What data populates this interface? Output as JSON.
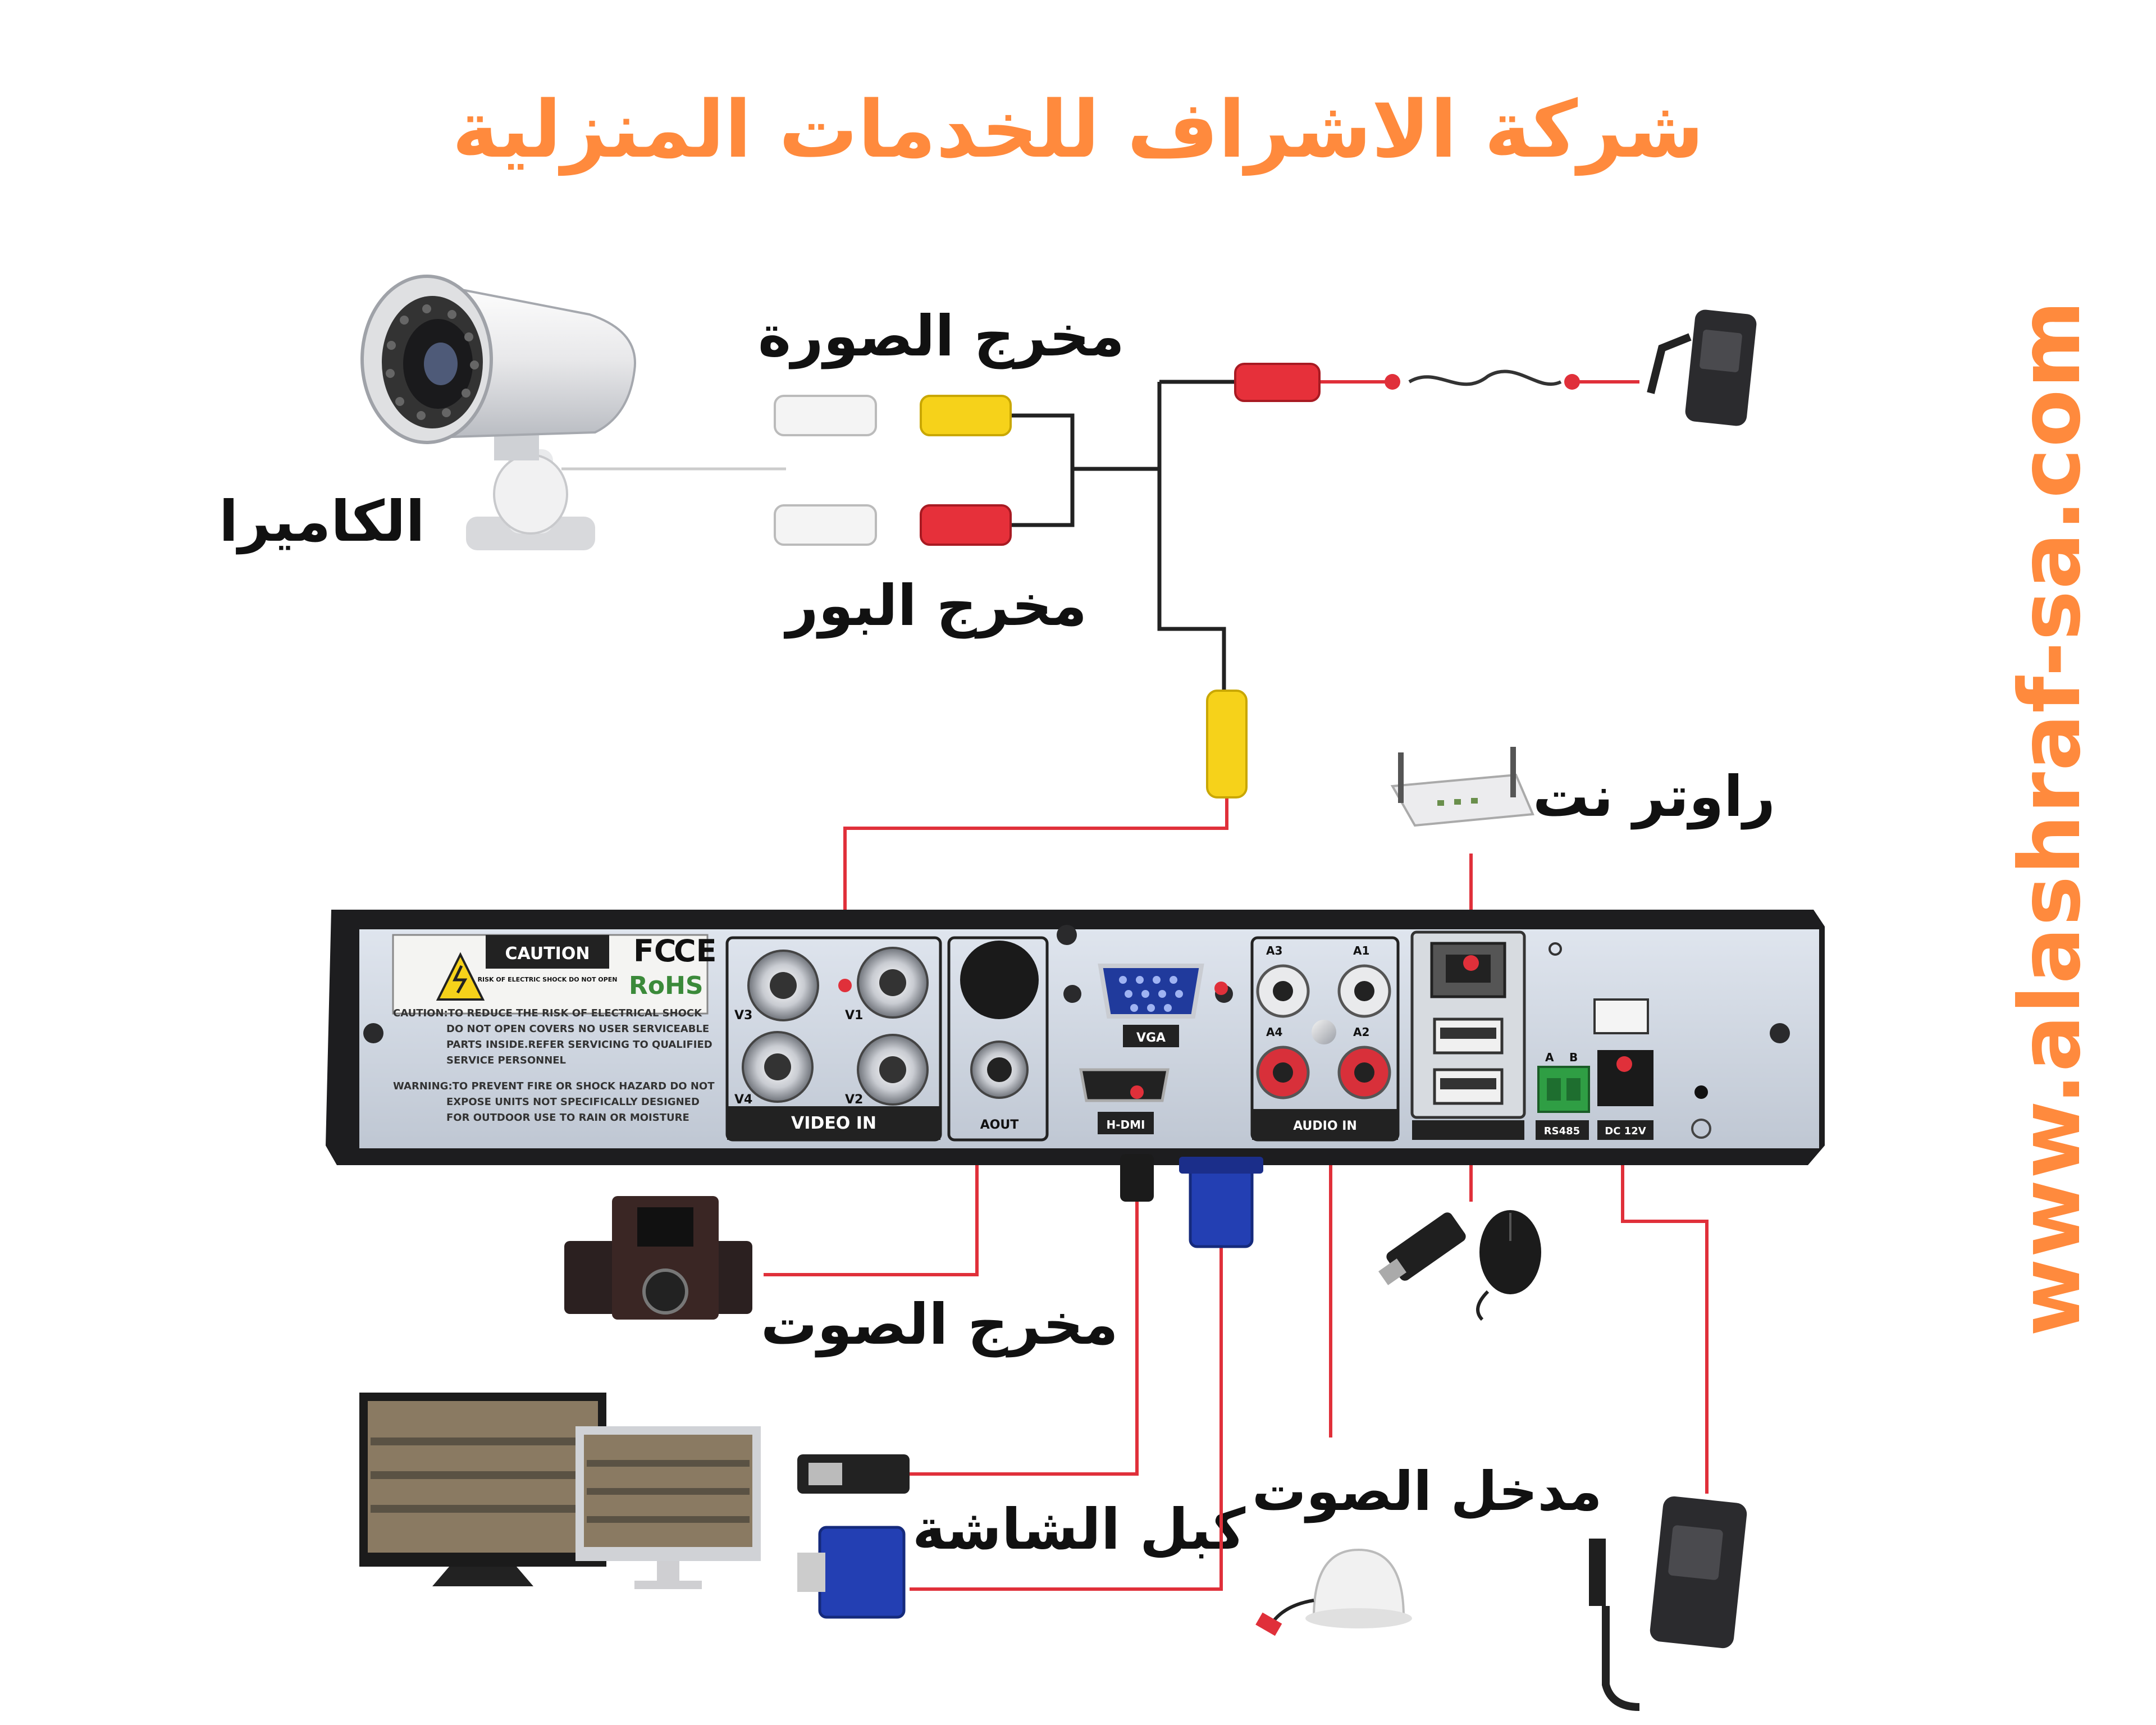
{
  "header": {
    "title": "شركة الاشراف للخدمات المنزلية"
  },
  "website": "www.alashraf-sa.com",
  "labels": {
    "camera": "الكاميرا",
    "video_output": "مخرج الصورة",
    "power_output": "مخرج البور",
    "router": "راوتر نت",
    "audio_output": "مخرج الصوت",
    "audio_input": "مدخل الصوت",
    "display_cable": "كبل الشاشة"
  },
  "dvr_panel": {
    "caution": "CAUTION",
    "caution_sub": "RISK OF ELECTRIC SHOCK DO NOT OPEN",
    "caution_text": [
      "CAUTION:TO REDUCE THE RISK OF ELECTRICAL SHOCK",
      "DO NOT OPEN COVERS NO USER SERVICEABLE",
      "PARTS INSIDE.REFER SERVICING TO QUALIFIED",
      "SERVICE PERSONNEL",
      "WARNING:TO PREVENT FIRE OR SHOCK HAZARD DO NOT",
      "EXPOSE UNITS NOT SPECIFICALLY DESIGNED",
      "FOR OUTDOOR USE TO RAIN OR MOISTURE"
    ],
    "fc": "FC",
    "ce": "CE",
    "rohs": "RoHS",
    "video_in": "VIDEO IN",
    "v1": "V1",
    "v2": "V2",
    "v3": "V3",
    "v4": "V4",
    "aout": "AOUT",
    "vga": "VGA",
    "hdmi": "H-DMI",
    "audio_in": "AUDIO IN",
    "a1": "A1",
    "a2": "A2",
    "a3": "A3",
    "a4": "A4",
    "rs485": "RS485",
    "a": "A",
    "b": "B",
    "dc12v": "DC 12V"
  },
  "colors": {
    "title": "#ff8a3d",
    "wire_red": "#e0303a",
    "wire_dark": "#222222",
    "panel": "#cfd6e0",
    "chassis": "#1d1d1f"
  },
  "icons": [
    "camera-icon",
    "power-adapter-icon",
    "router-icon",
    "speaker-icon",
    "monitor-icon",
    "usb-drive-icon",
    "mouse-icon",
    "microphone-icon",
    "hdmi-plug-icon",
    "vga-plug-icon",
    "rca-plug-icon"
  ]
}
